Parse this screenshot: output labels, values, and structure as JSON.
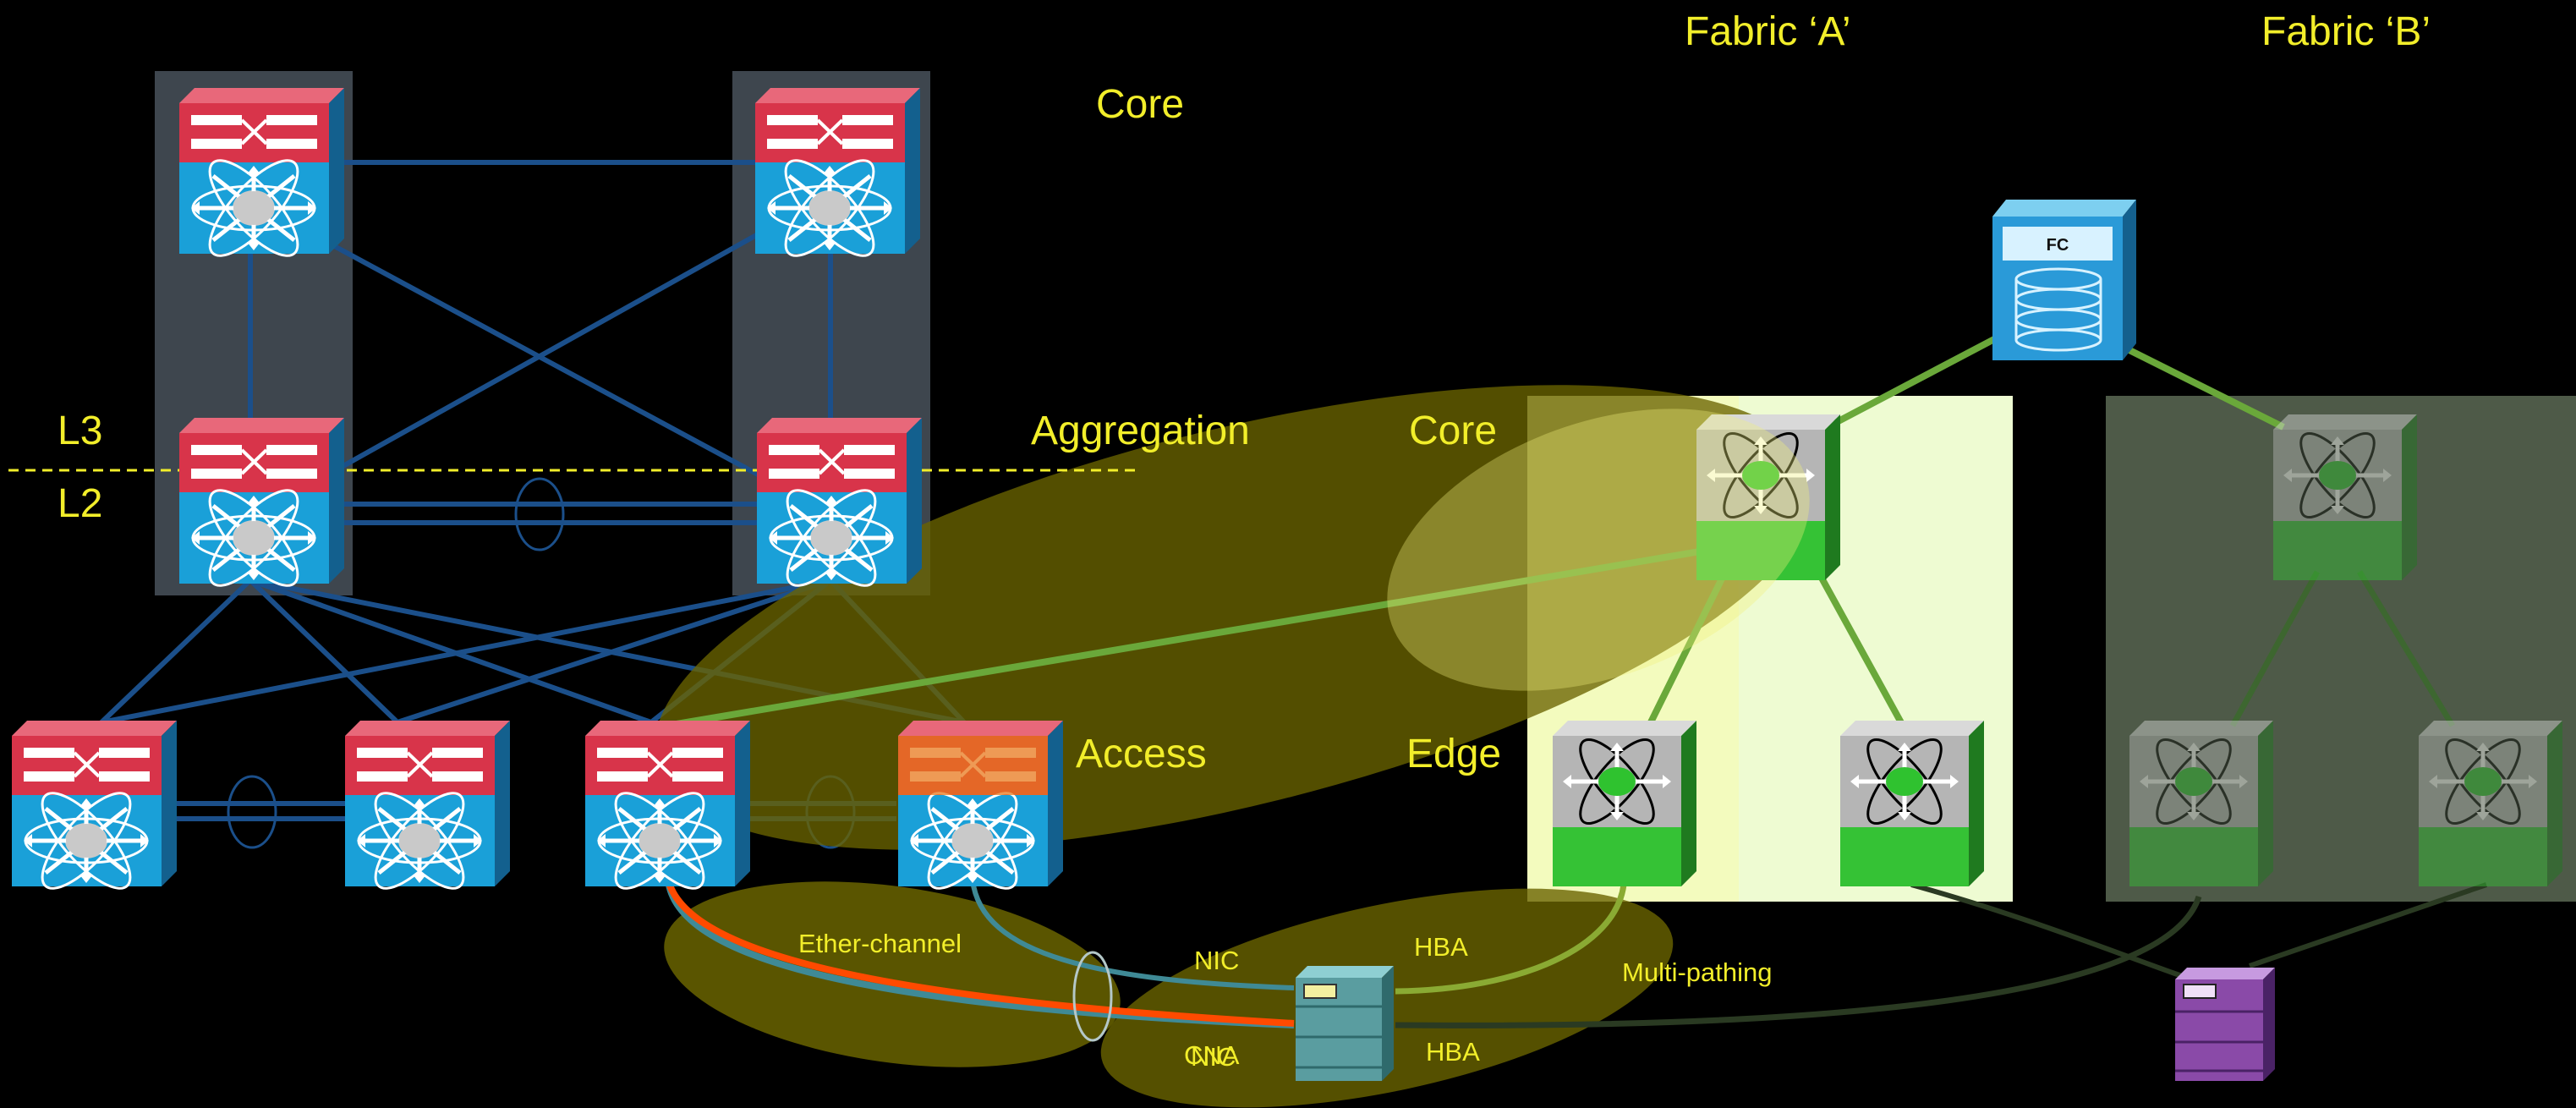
{
  "labels": {
    "core_top": "Core",
    "aggregation": "Aggregation",
    "access": "Access",
    "l3": "L3",
    "l2": "L2",
    "san_core": "Core",
    "san_edge": "Edge",
    "fabric_a": "Fabric ‘A’",
    "fabric_b": "Fabric ‘B’",
    "ether_channel": "Ether-channel",
    "nic": "NIC",
    "hba_top": "HBA",
    "hba_bottom": "HBA",
    "cna": "CNA",
    "nic_overlap": "NIC",
    "multi_pathing": "Multi-pathing",
    "fc": "FC"
  },
  "colors": {
    "background": "#000000",
    "label_yellow": "#f2ee2a",
    "lan_link": "#1b4f8a",
    "san_link": "#6aa83a",
    "ether_channel_red": "#ff4a00",
    "highlight_olive": "#5a5200",
    "fabric_a_panel": "#eefbd2",
    "fabric_b_panel": "#4e5a48",
    "switch_red": "#d8344a",
    "switch_blue": "#1aa0d8",
    "switch_orange": "#e8781c",
    "mds_gray": "#b5b5b5",
    "mds_green": "#35c235",
    "server_teal": "#5a9da0",
    "server_purple": "#8a4aa8",
    "storage_blue": "#2a9ad8"
  }
}
